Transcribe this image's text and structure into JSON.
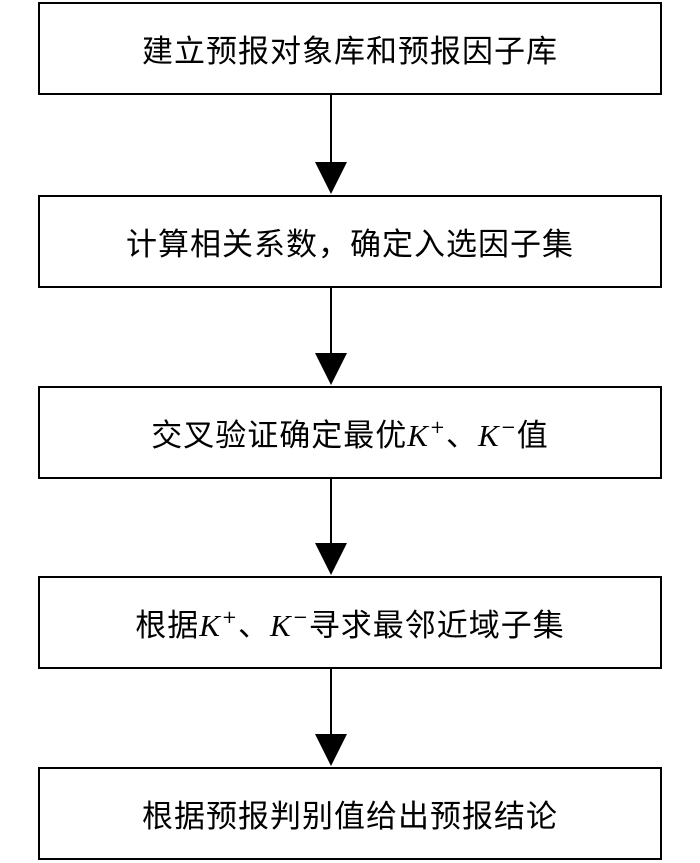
{
  "steps": [
    {
      "text": "建立预报对象库和预报因子库"
    },
    {
      "text": "计算相关系数，确定入选因子集"
    },
    {
      "pre": "交叉验证确定最优",
      "k1": "K",
      "sup1": "+",
      "sep": "、",
      "k2": "K",
      "sup2": "−",
      "post": "值"
    },
    {
      "pre": "根据",
      "k1": "K",
      "sup1": "+",
      "sep": "、",
      "k2": "K",
      "sup2": "−",
      "post": "寻求最邻近域子集"
    },
    {
      "text": "根据预报判别值给出预报结论"
    }
  ]
}
